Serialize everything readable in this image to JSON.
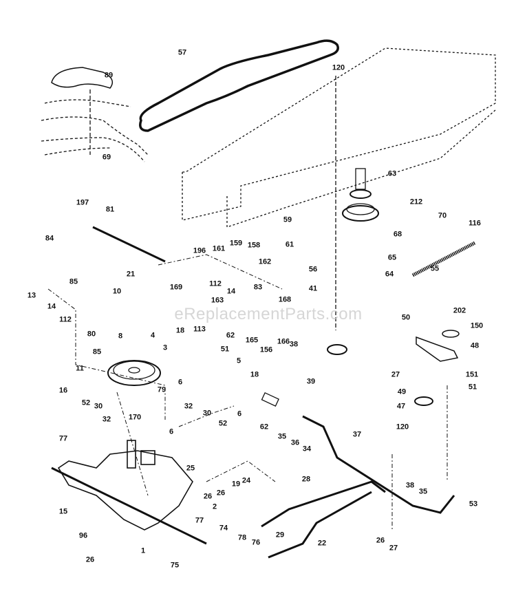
{
  "watermark": "eReplacementParts.com",
  "labels": [
    "57",
    "89",
    "120",
    "69",
    "63",
    "212",
    "70",
    "116",
    "197",
    "81",
    "59",
    "61",
    "68",
    "56",
    "65",
    "64",
    "55",
    "84",
    "85",
    "196",
    "161",
    "159",
    "158",
    "162",
    "21",
    "169",
    "112",
    "14",
    "10",
    "83",
    "163",
    "168",
    "13",
    "14",
    "112",
    "41",
    "18",
    "113",
    "80",
    "8",
    "62",
    "165",
    "166",
    "156",
    "85",
    "4",
    "51",
    "3",
    "38",
    "50",
    "202",
    "150",
    "48",
    "5",
    "18",
    "6",
    "11",
    "39",
    "27",
    "151",
    "49",
    "51",
    "79",
    "6",
    "47",
    "16",
    "52",
    "30",
    "32",
    "170",
    "32",
    "30",
    "52",
    "6",
    "62",
    "35",
    "36",
    "34",
    "37",
    "120",
    "77",
    "25",
    "24",
    "19",
    "26",
    "26",
    "2",
    "28",
    "38",
    "35",
    "53",
    "15",
    "77",
    "74",
    "96",
    "78",
    "76",
    "1",
    "29",
    "26",
    "22",
    "27",
    "26",
    "75"
  ],
  "colors": {
    "line": "#111111",
    "watermark": "#c8c8c8"
  }
}
